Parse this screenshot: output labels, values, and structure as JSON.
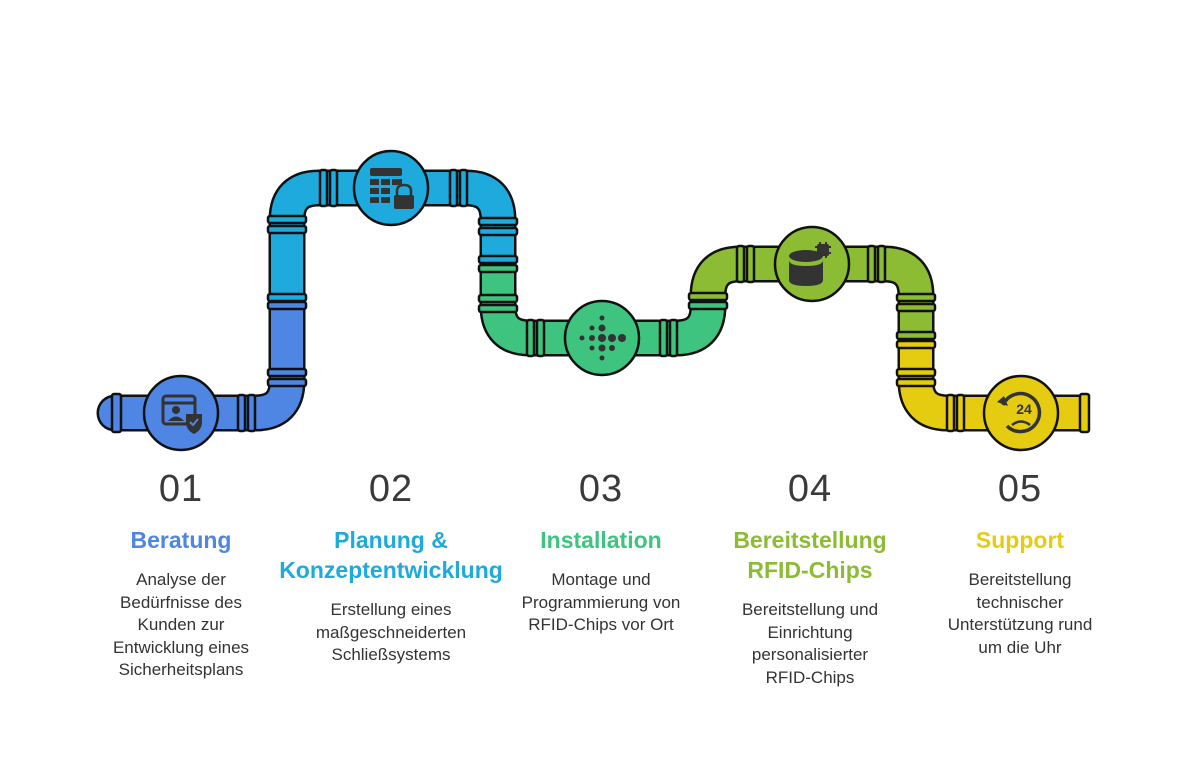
{
  "colors": {
    "blue": "#4f86e3",
    "cyan": "#1eaadc",
    "green": "#3ec47f",
    "lime": "#8cbc33",
    "yellow": "#e6cc10",
    "outline": "#111111",
    "icon": "#333333"
  },
  "icons": [
    "user-shield-icon",
    "grid-lock-icon",
    "dots-fitbit-icon",
    "database-chip-icon",
    "support-24-icon"
  ],
  "steps": [
    {
      "number": "01",
      "title_lines": [
        "Beratung"
      ],
      "description_lines": [
        "Analyse der",
        "Bedürfnisse des",
        "Kunden zur",
        "Entwicklung eines",
        "Sicherheitsplans"
      ]
    },
    {
      "number": "02",
      "title_lines": [
        "Planung &",
        "Konzeptentwicklung"
      ],
      "description_lines": [
        "Erstellung eines",
        "maßgeschneiderten",
        "Schließsystems"
      ]
    },
    {
      "number": "03",
      "title_lines": [
        "Installation"
      ],
      "description_lines": [
        "Montage und",
        "Programmierung von",
        "RFID-Chips vor Ort"
      ]
    },
    {
      "number": "04",
      "title_lines": [
        "Bereitstellung",
        "RFID-Chips"
      ],
      "description_lines": [
        "Bereitstellung und",
        "Einrichtung",
        "personalisierter",
        "RFID-Chips"
      ]
    },
    {
      "number": "05",
      "title_lines": [
        "Support"
      ],
      "description_lines": [
        "Bereitstellung",
        "technischer",
        "Unterstützung rund",
        "um die Uhr"
      ]
    }
  ],
  "icon_texts": {
    "support_number": "24"
  }
}
